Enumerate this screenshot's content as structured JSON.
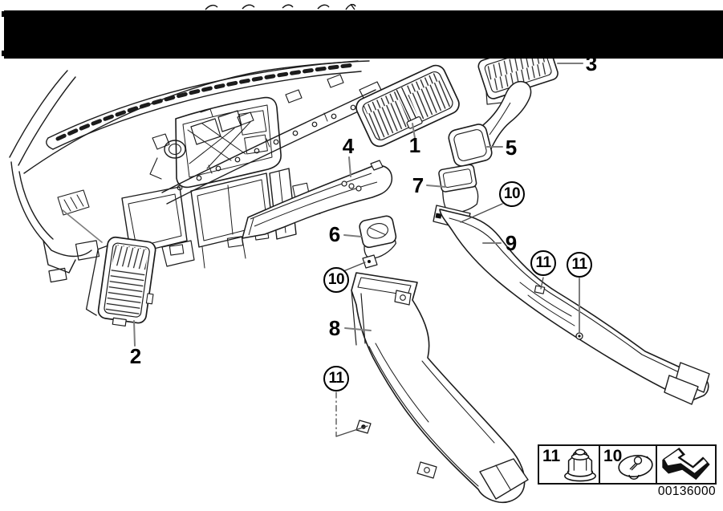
{
  "diagram": {
    "doc_number": "00136000",
    "part_labels": [
      {
        "id": "1",
        "text": "1"
      },
      {
        "id": "2",
        "text": "2"
      },
      {
        "id": "3",
        "text": "3"
      },
      {
        "id": "4",
        "text": "4"
      },
      {
        "id": "5",
        "text": "5"
      },
      {
        "id": "6",
        "text": "6"
      },
      {
        "id": "7",
        "text": "7"
      },
      {
        "id": "8",
        "text": "8"
      },
      {
        "id": "9",
        "text": "9"
      }
    ],
    "circled_labels": [
      {
        "id": "10-a",
        "text": "10"
      },
      {
        "id": "10-b",
        "text": "10"
      },
      {
        "id": "11-a",
        "text": "11"
      },
      {
        "id": "11-b",
        "text": "11"
      },
      {
        "id": "11-c",
        "text": "11"
      }
    ],
    "legend": {
      "items": [
        {
          "ref": "11",
          "icon": "nut-fastener-icon"
        },
        {
          "ref": "10",
          "icon": "clip-fastener-icon"
        }
      ],
      "arrow_icon": "direction-arrow-icon"
    },
    "colors": {
      "background": "#ffffff",
      "line": "#1c1c1c",
      "leader": "#7d7d7d",
      "redaction": "#000000"
    }
  }
}
